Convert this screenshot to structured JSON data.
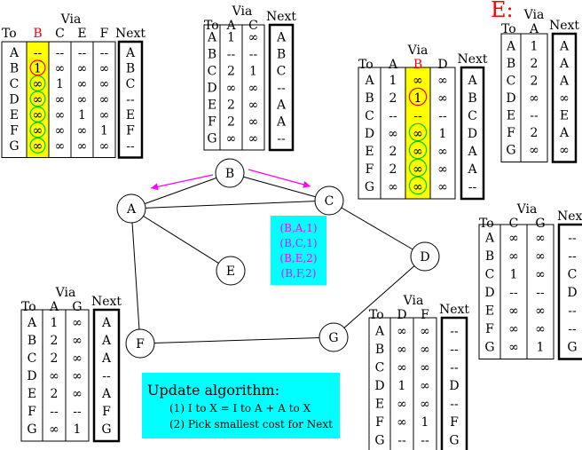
{
  "labels": {
    "via": "Via",
    "to": "To",
    "next": "Next",
    "dash": "--"
  },
  "colors": {
    "highlight": "#ffff00",
    "teal": "#00ffff",
    "magenta": "#ff00ff",
    "red": "#ff0000",
    "circle": "#00cc00"
  },
  "tables": {
    "B": {
      "title": "",
      "rows": [
        "A",
        "B",
        "C",
        "D",
        "E",
        "F",
        "G"
      ],
      "cols": [
        "B",
        "C",
        "E",
        "F"
      ],
      "highlight_col": 0,
      "cells": [
        [
          "--",
          "--",
          "--",
          "--"
        ],
        [
          "1",
          "∞",
          "∞",
          "∞"
        ],
        [
          "∞",
          "1",
          "∞",
          "∞"
        ],
        [
          "∞",
          "∞",
          "∞",
          "∞"
        ],
        [
          "∞",
          "∞",
          "1",
          "∞"
        ],
        [
          "∞",
          "∞",
          "∞",
          "1"
        ],
        [
          "∞",
          "∞",
          "∞",
          "∞"
        ]
      ],
      "next": [
        "A",
        "B",
        "C",
        "--",
        "E",
        "F",
        "--"
      ]
    },
    "A": {
      "title": "",
      "rows": [
        "A",
        "B",
        "C",
        "D",
        "E",
        "F",
        "G"
      ],
      "cols": [
        "A",
        "C"
      ],
      "cells": [
        [
          "1",
          "∞"
        ],
        [
          "--",
          "--"
        ],
        [
          "2",
          "1"
        ],
        [
          "∞",
          "∞"
        ],
        [
          "2",
          "∞"
        ],
        [
          "2",
          "∞"
        ],
        [
          "∞",
          "∞"
        ]
      ],
      "next": [
        "A",
        "B",
        "C",
        "--",
        "A",
        "A",
        "--"
      ]
    },
    "C": {
      "title": "",
      "rows": [
        "A",
        "B",
        "C",
        "D",
        "E",
        "F",
        "G"
      ],
      "cols": [
        "A",
        "B",
        "D"
      ],
      "highlight_col": 1,
      "cells": [
        [
          "1",
          "∞",
          "∞"
        ],
        [
          "2",
          "1",
          "∞"
        ],
        [
          "--",
          "--",
          "--"
        ],
        [
          "∞",
          "∞",
          "1"
        ],
        [
          "2",
          "∞",
          "∞"
        ],
        [
          "2",
          "∞",
          "∞"
        ],
        [
          "∞",
          "∞",
          "∞"
        ]
      ],
      "next": [
        "A",
        "B",
        "C",
        "D",
        "A",
        "A",
        "--"
      ]
    },
    "E": {
      "title": "E:",
      "rows": [
        "A",
        "B",
        "C",
        "D",
        "E",
        "F",
        "G"
      ],
      "cols": [
        "A"
      ],
      "cells": [
        [
          "1"
        ],
        [
          "2"
        ],
        [
          "2"
        ],
        [
          "∞"
        ],
        [
          "--"
        ],
        [
          "2"
        ],
        [
          "∞"
        ]
      ],
      "next": [
        "A",
        "A",
        "A",
        "∞",
        "E",
        "A",
        "∞"
      ]
    },
    "D": {
      "title": "",
      "rows": [
        "A",
        "B",
        "C",
        "D",
        "E",
        "F",
        "G"
      ],
      "cols": [
        "C",
        "G"
      ],
      "cells": [
        [
          "∞",
          "∞"
        ],
        [
          "∞",
          "∞"
        ],
        [
          "1",
          "∞"
        ],
        [
          "--",
          "--"
        ],
        [
          "∞",
          "∞"
        ],
        [
          "∞",
          "∞"
        ],
        [
          "∞",
          "1"
        ]
      ],
      "next": [
        "--",
        "--",
        "C",
        "D",
        "--",
        "--",
        "G"
      ]
    },
    "F": {
      "title": "",
      "rows": [
        "A",
        "B",
        "C",
        "D",
        "E",
        "F",
        "G"
      ],
      "cols": [
        "A",
        "G"
      ],
      "cells": [
        [
          "1",
          "∞"
        ],
        [
          "2",
          "∞"
        ],
        [
          "2",
          "∞"
        ],
        [
          "∞",
          "∞"
        ],
        [
          "2",
          "∞"
        ],
        [
          "--",
          "--"
        ],
        [
          "∞",
          "1"
        ]
      ],
      "next": [
        "A",
        "A",
        "A",
        "--",
        "A",
        "F",
        "G"
      ]
    },
    "G": {
      "title": "",
      "rows": [
        "A",
        "B",
        "C",
        "D",
        "E",
        "F",
        "G"
      ],
      "cols": [
        "D",
        "F"
      ],
      "cells": [
        [
          "∞",
          "∞"
        ],
        [
          "∞",
          "∞"
        ],
        [
          "∞",
          "∞"
        ],
        [
          "1",
          "∞"
        ],
        [
          "∞",
          "∞"
        ],
        [
          "∞",
          "1"
        ],
        [
          "--",
          "--"
        ]
      ],
      "next": [
        "--",
        "--",
        "--",
        "D",
        "--",
        "F",
        "G"
      ]
    }
  },
  "graph": {
    "nodes": [
      "A",
      "B",
      "C",
      "D",
      "E",
      "F",
      "G"
    ],
    "edges": [
      [
        "B",
        "A"
      ],
      [
        "B",
        "C"
      ],
      [
        "A",
        "C"
      ],
      [
        "A",
        "E"
      ],
      [
        "A",
        "F"
      ],
      [
        "C",
        "D"
      ],
      [
        "D",
        "G"
      ],
      [
        "F",
        "G"
      ]
    ]
  },
  "message": [
    "(B,A,1)",
    "(B,C,1)",
    "(B,E,2)",
    "(B,F,2)"
  ],
  "algorithm": {
    "title": "Update algorithm:",
    "step1": "(1) I to X = I to A + A to X",
    "step2": "(2) Pick smallest cost for Next"
  }
}
